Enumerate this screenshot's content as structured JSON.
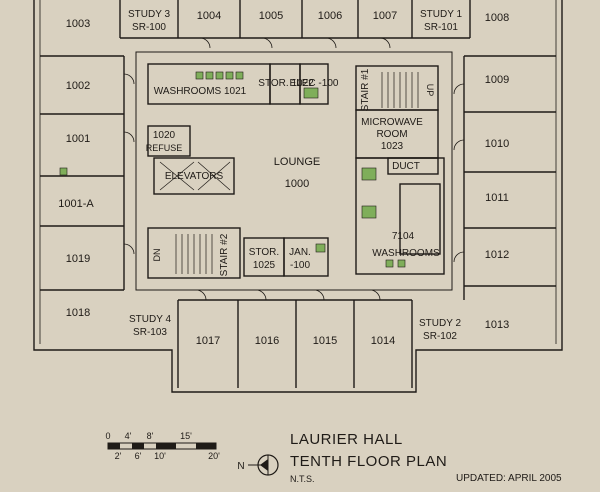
{
  "rooms": {
    "r1003": "1003",
    "study3": "STUDY 3",
    "sr100": "SR-100",
    "r1004": "1004",
    "r1005": "1005",
    "r1006": "1006",
    "r1007": "1007",
    "study1": "STUDY 1",
    "sr101": "SR-101",
    "r1008": "1008",
    "r1002": "1002",
    "washrooms_1021": "WASHROOMS 1021",
    "stor_1022": "STOR. 1022",
    "elec_100": "ELEC -100",
    "stair1": "STAIR #1",
    "up1": "UP",
    "r1009": "1009",
    "r1001": "1001",
    "microwave": "MICROWAVE",
    "room": "ROOM",
    "r1023": "1023",
    "r1020": "1020",
    "refuse": "REFUSE",
    "r1010": "1010",
    "lounge": "LOUNGE",
    "r1000": "1000",
    "duct": "DUCT",
    "elevators": "ELEVATORS",
    "r1001a": "1001-A",
    "r1011": "1011",
    "r7104": "7104",
    "r1019": "1019",
    "dn": "DN",
    "stair2": "STAIR #2",
    "stor": "STOR.",
    "r1025": "1025",
    "jan": "JAN.",
    "jan_num": "-100",
    "washrooms": "WASHROOMS",
    "r1012": "1012",
    "r1018": "1018",
    "study4": "STUDY 4",
    "sr103": "SR-103",
    "r1013": "1013",
    "study2": "STUDY 2",
    "sr102": "SR-102",
    "r1017": "1017",
    "r1016": "1016",
    "r1015": "1015",
    "r1014": "1014"
  },
  "scale": {
    "top_ticks": [
      "0",
      "4'",
      "8'",
      "15'"
    ],
    "bottom_ticks": [
      "2'",
      "6'",
      "10'",
      "20'"
    ]
  },
  "north_label": "N",
  "title_line1": "LAURIER HALL",
  "title_line2": "TENTH FLOOR PLAN",
  "nts": "N.T.S.",
  "updated": "UPDATED:   APRIL 2005",
  "colors": {
    "background": "#d9d1c0",
    "ink": "#1f1b17",
    "fixture_green": "#7fae5a"
  }
}
